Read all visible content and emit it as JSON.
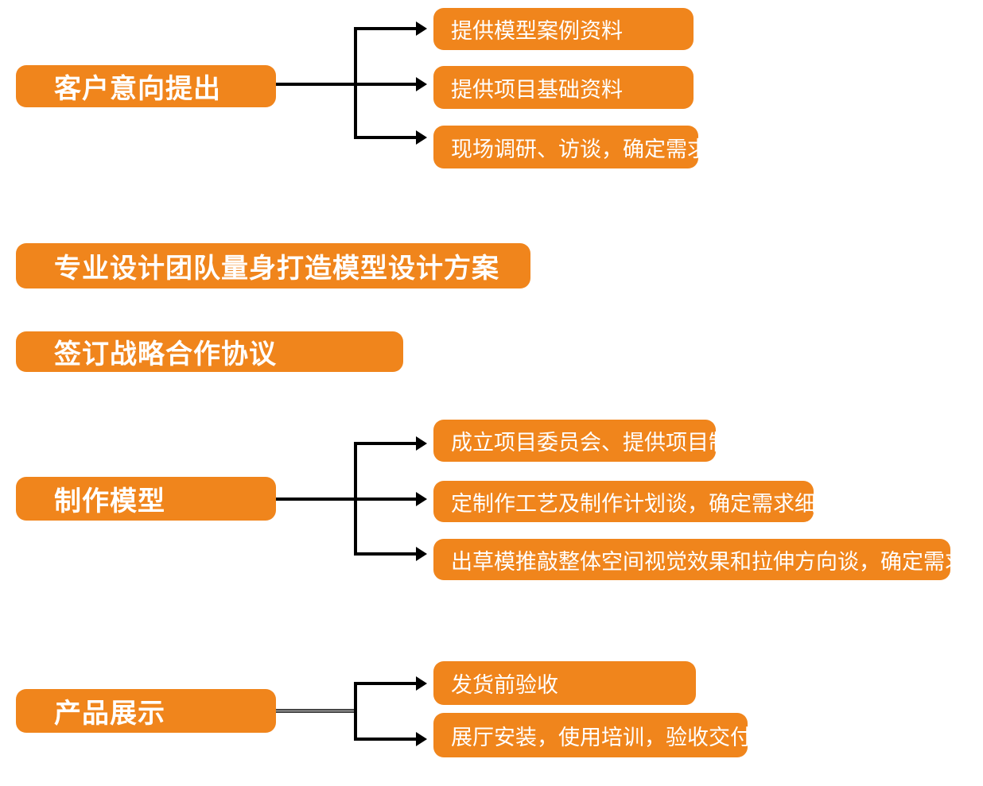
{
  "colors": {
    "node_fill": "#F0851C",
    "node_text": "#FFFFFF",
    "connector": "#000000",
    "gray_connector": "#808080",
    "background": "#FFFFFF"
  },
  "flow": {
    "step1": {
      "label": "客户意向提出",
      "branches": [
        "提供模型案例资料",
        "提供项目基础资料",
        "现场调研、访谈，确定需求"
      ]
    },
    "step2": {
      "label": "专业设计团队量身打造模型设计方案"
    },
    "step3": {
      "label": "签订战略合作协议"
    },
    "step4": {
      "label": "制作模型",
      "branches": [
        "成立项目委员会、提供项目制",
        "定制作工艺及制作计划谈，确定需求细则",
        "出草模推敲整体空间视觉效果和拉伸方向谈，确定需求细则"
      ]
    },
    "step5": {
      "label": "产品展示",
      "branches": [
        "发货前验收",
        "展厅安装，使用培训，验收交付"
      ]
    }
  }
}
